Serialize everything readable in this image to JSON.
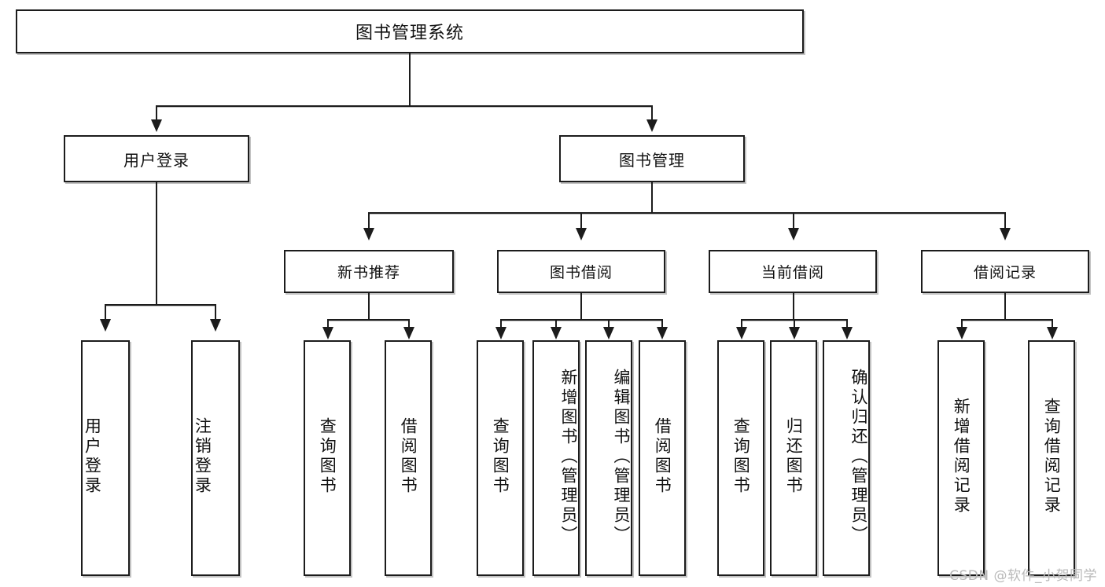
{
  "diagram": {
    "title": "图书管理系统",
    "type": "tree-hierarchy",
    "root": {
      "label": "图书管理系统"
    },
    "level2": [
      {
        "label": "用户登录"
      },
      {
        "label": "图书管理"
      }
    ],
    "level3": [
      {
        "label": "新书推荐"
      },
      {
        "label": "图书借阅"
      },
      {
        "label": "当前借阅"
      },
      {
        "label": "借阅记录"
      }
    ],
    "leaves": {
      "user_login": [
        {
          "label": "用户登录"
        },
        {
          "label": "注销登录"
        }
      ],
      "new_book_recommend": [
        {
          "label": "查询图书"
        },
        {
          "label": "借阅图书"
        }
      ],
      "book_borrow": [
        {
          "label": "查询图书"
        },
        {
          "label": "新增图书（管理员）"
        },
        {
          "label": "编辑图书（管理员）"
        },
        {
          "label": "借阅图书"
        }
      ],
      "current_borrow": [
        {
          "label": "查询图书"
        },
        {
          "label": "归还图书"
        },
        {
          "label": "确认归还（管理员）"
        }
      ],
      "borrow_record": [
        {
          "label": "新增借阅记录"
        },
        {
          "label": "查询借阅记录"
        }
      ]
    }
  },
  "watermark": {
    "text": "CSDN @软件_小贺同学"
  },
  "colors": {
    "stroke": "#1c1c1c",
    "background": "#ffffff",
    "text": "#111111",
    "watermark": "#b9b9b9",
    "shadow": "#787878"
  }
}
